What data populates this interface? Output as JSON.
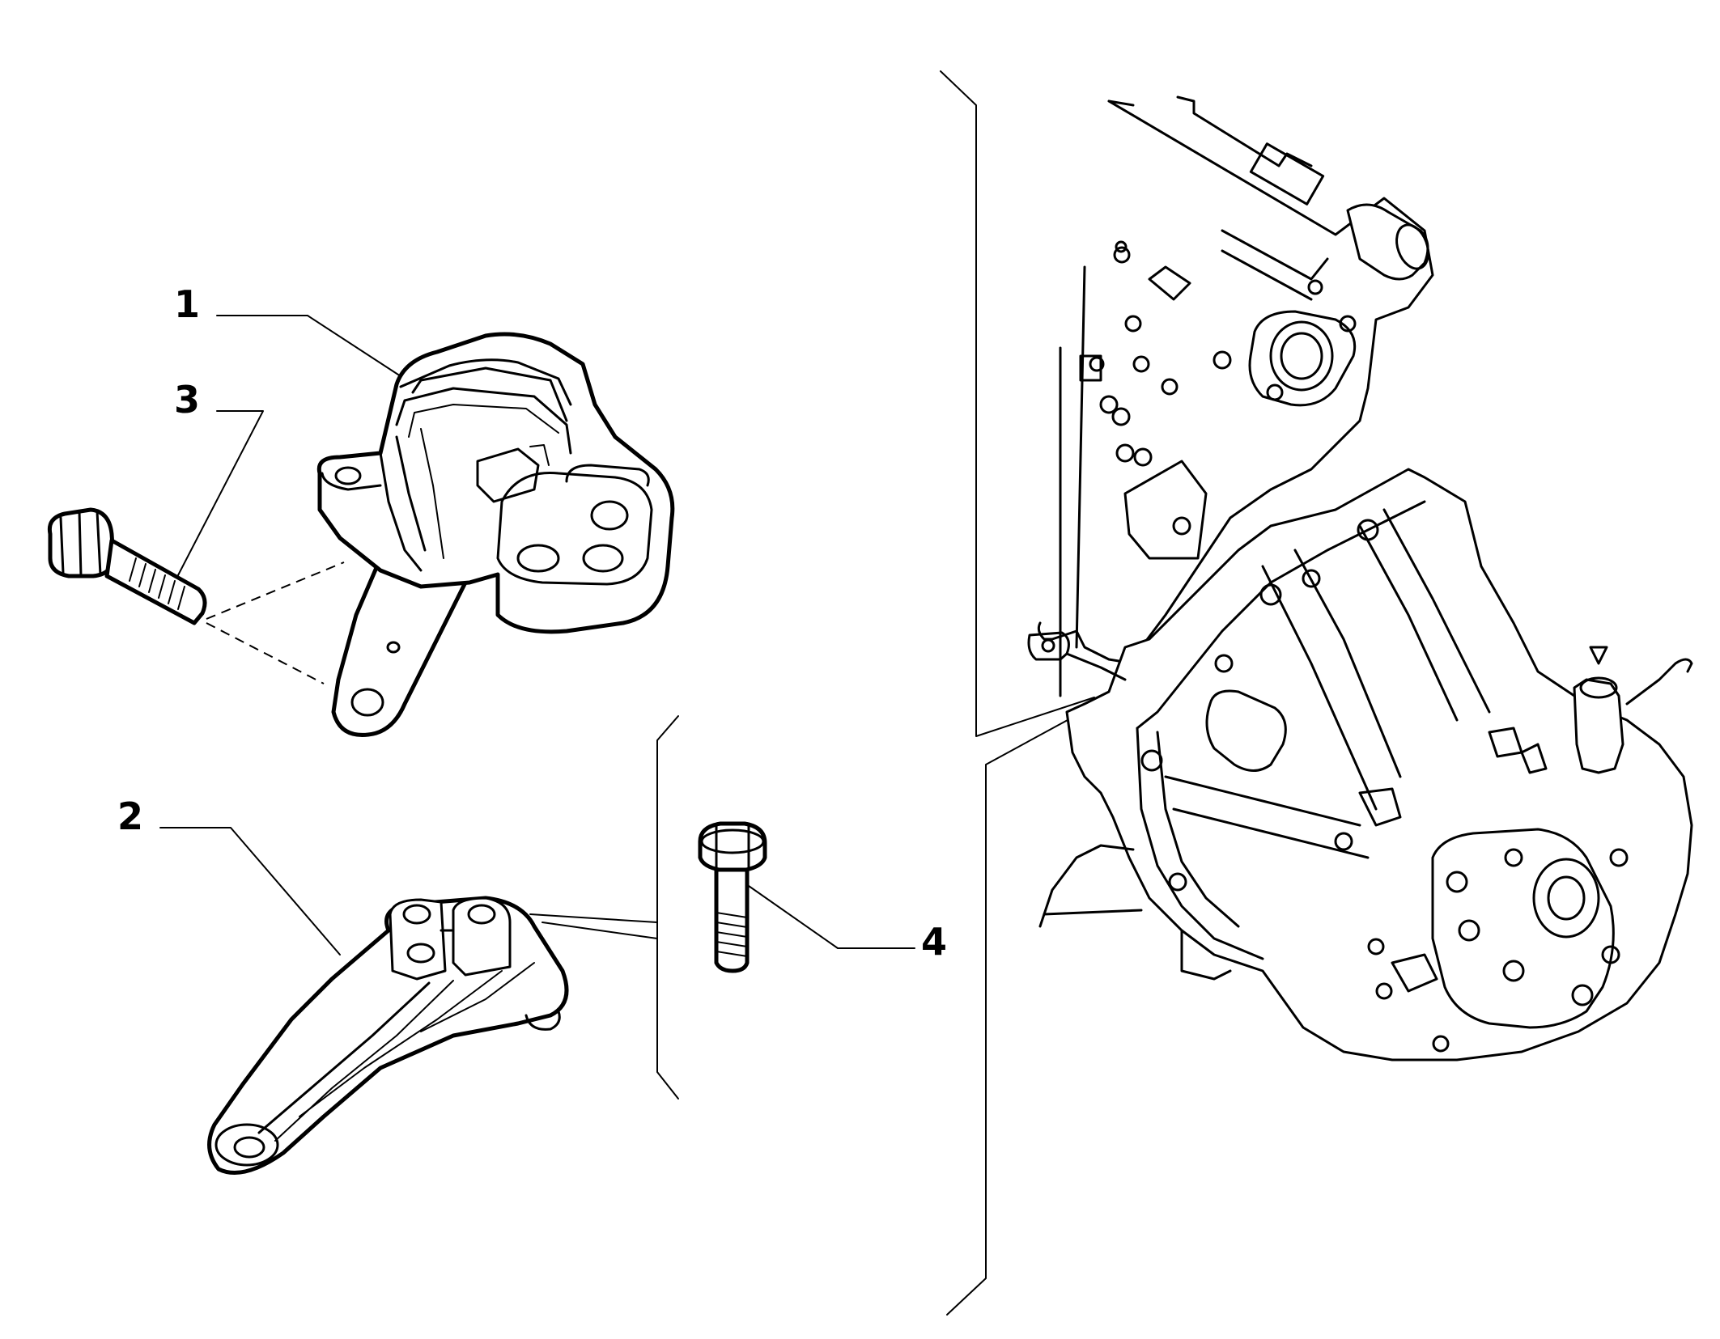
{
  "callouts": [
    {
      "id": "1",
      "label": "1"
    },
    {
      "id": "2",
      "label": "2"
    },
    {
      "id": "3",
      "label": "3"
    },
    {
      "id": "4",
      "label": "4"
    }
  ],
  "parts": [
    {
      "ref": "1",
      "kind": "engine-mount-upper"
    },
    {
      "ref": "2",
      "kind": "gearbox-mount-bracket"
    },
    {
      "ref": "3",
      "kind": "mount-bolt"
    },
    {
      "ref": "4",
      "kind": "bracket-bolt"
    }
  ],
  "colors": {
    "line": "#000000",
    "background": "#ffffff"
  }
}
